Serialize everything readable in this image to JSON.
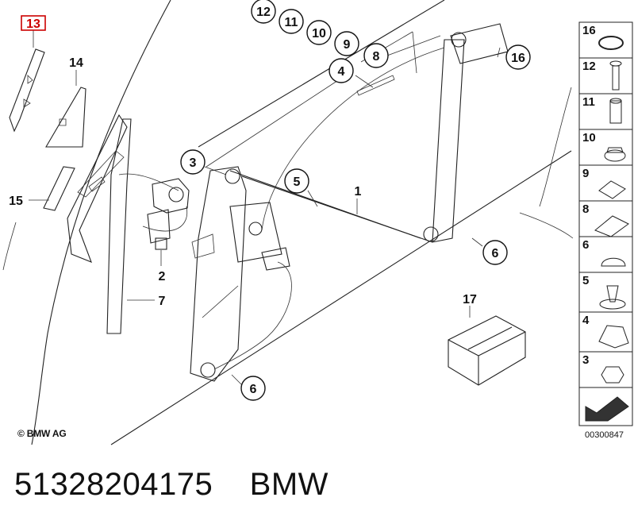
{
  "highlight_color": "#cc0000",
  "highlighted_callout": "13",
  "callouts": [
    "12",
    "11",
    "10",
    "9",
    "8",
    "16",
    "4",
    "3",
    "5",
    "1",
    "6",
    "6",
    "14",
    "15",
    "2",
    "7",
    "13",
    "17"
  ],
  "side_panel": [
    {
      "number": "16",
      "icon": "o-ring-icon"
    },
    {
      "number": "12",
      "icon": "screw-icon"
    },
    {
      "number": "11",
      "icon": "sleeve-icon"
    },
    {
      "number": "10",
      "icon": "nut-icon"
    },
    {
      "number": "9",
      "icon": "clip-icon"
    },
    {
      "number": "8",
      "icon": "clip-plate-icon"
    },
    {
      "number": "6",
      "icon": "plug-icon"
    },
    {
      "number": "5",
      "icon": "expanding-rivet-icon"
    },
    {
      "number": "4",
      "icon": "spring-clip-icon"
    },
    {
      "number": "3",
      "icon": "hex-nut-icon"
    }
  ],
  "copyright": "© BMW AG",
  "drawing_id": "00300847",
  "part_number": "51328204175",
  "brand": "BMW"
}
